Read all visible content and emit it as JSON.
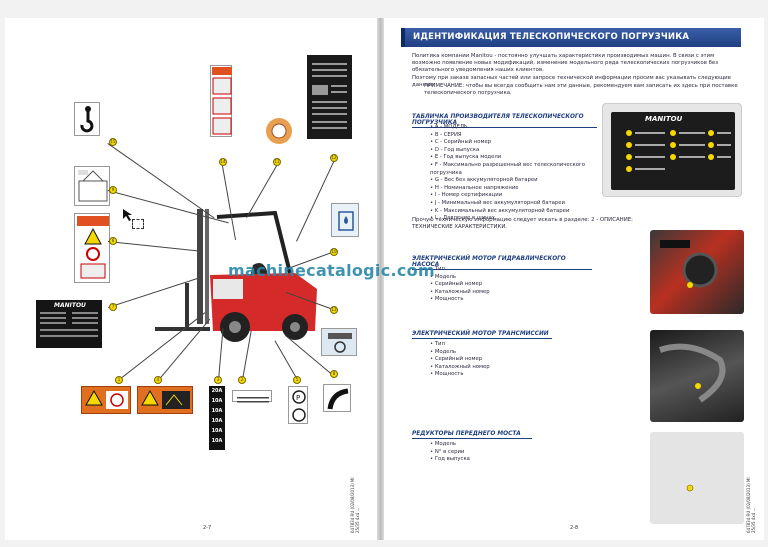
{
  "left_page": {
    "page_number": "2-7",
    "vertical_ref": "647834 RU (02/08/2013)\nMI 25/35 4x4 ...",
    "callouts": [
      "15",
      "9",
      "6",
      "7",
      "14",
      "11",
      "12",
      "10",
      "13",
      "8",
      "1",
      "4",
      "3",
      "2",
      "5"
    ],
    "fuse_labels": [
      "20A",
      "10A",
      "10A",
      "10A",
      "10A",
      "10A"
    ],
    "manitou_plate_brand": "MANITOU"
  },
  "right_page": {
    "title": "ИДЕНТИФИКАЦИЯ ТЕЛЕСКОПИЧЕСКОГО ПОГРУЗЧИКА",
    "intro": [
      "Политика компании Manitou - постоянно улучшать характеристики производимых машин. В связи с этим возможно появление новых модификаций, изменение модельного ряда телескопических погрузчиков без обязательного уведомления наших клиентов.",
      "Поэтому при заказе запасных частей или запросе технической информации просим вас указывать следующие данные:",
      "ПРИМЕЧАНИЕ: чтобы вы всегда сообщить нам эти данные, рекомендуем вам записать их здесь при поставке телескопического погрузчика."
    ],
    "plate_section": {
      "heading": "ТАБЛИЧКА ПРОИЗВОДИТЕЛЯ ТЕЛЕСКОПИЧЕСКОГО ПОГРУЗЧИКА",
      "items": [
        "A - МОДЕЛЬ",
        "B - СЕРИЯ",
        "C - Серийный номер",
        "D - Год выпуска",
        "E - Год выпуска модели",
        "F - Максимально разрешенный вес телескопического погрузчика",
        "G - Вес без аккумуляторной батареи",
        "H - Номинальное напряжение",
        "I - Номер сертификации",
        "J - Минимальный вес аккумуляторной батареи",
        "K - Максимальный вес аккумуляторной батареи",
        "L - Давление в шинах"
      ],
      "note": "Прочую техническую информацию следует искать в разделе: 2 - ОПИСАНИЕ: ТЕХНИЧЕСКИЕ ХАРАКТЕРИСТИКИ.",
      "plate_brand": "MANITOU"
    },
    "pump_motor": {
      "heading": "ЭЛЕКТРИЧЕСКИЙ МОТОР ГИДРАВЛИЧЕСКОГО НАСОСА",
      "items": [
        "Тип",
        "Модель",
        "Серийный номер",
        "Каталожный номер",
        "Мощность"
      ]
    },
    "drive_motor": {
      "heading": "ЭЛЕКТРИЧЕСКИЙ МОТОР ТРАНСМИССИИ",
      "items": [
        "Тип",
        "Модель",
        "Серийный номер",
        "Каталожный номер",
        "Мощность"
      ]
    },
    "front_axle": {
      "heading": "РЕДУКТОРЫ ПЕРЕДНЕГО МОСТА",
      "items": [
        "Модель",
        "N° в серии",
        "Год выпуска"
      ]
    },
    "page_number": "2-8",
    "vertical_ref": "647834 RU (02/08/2013)\nMI 25/35 4x4 ..."
  },
  "watermark": "machinecatalogic.com",
  "colors": {
    "title_blue": "#1f3f82",
    "callout_yellow": "#f4d800",
    "truck_red": "#d42a2a",
    "watermark": "#2a88a8"
  }
}
